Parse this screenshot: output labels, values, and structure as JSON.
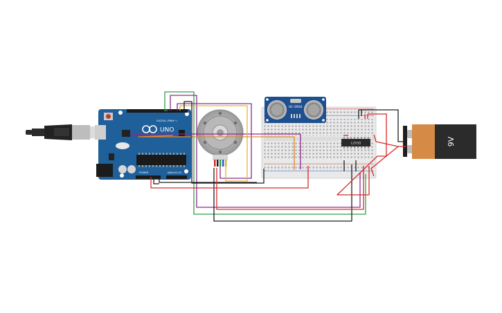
{
  "arduino": {
    "model_label": "UNO",
    "digital_label": "DIGITAL (PWM~)",
    "power_label": "POWER",
    "analog_label": "ANALOG IN"
  },
  "sensor": {
    "label": "HC-SR04"
  },
  "driver_chip": {
    "label": "L293D"
  },
  "battery": {
    "label": "9V"
  },
  "colors": {
    "board_blue": "#1f5f9a",
    "breadboard": "#e9e9e9",
    "battery_orange": "#d58a46",
    "battery_black": "#2b2b2b",
    "wire_red": "#d42a2a",
    "wire_black": "#1c1c1c",
    "wire_green": "#2ea043",
    "wire_purple": "#8a2a8a",
    "wire_yellow": "#e3b62c",
    "wire_orange": "#e5862a"
  }
}
